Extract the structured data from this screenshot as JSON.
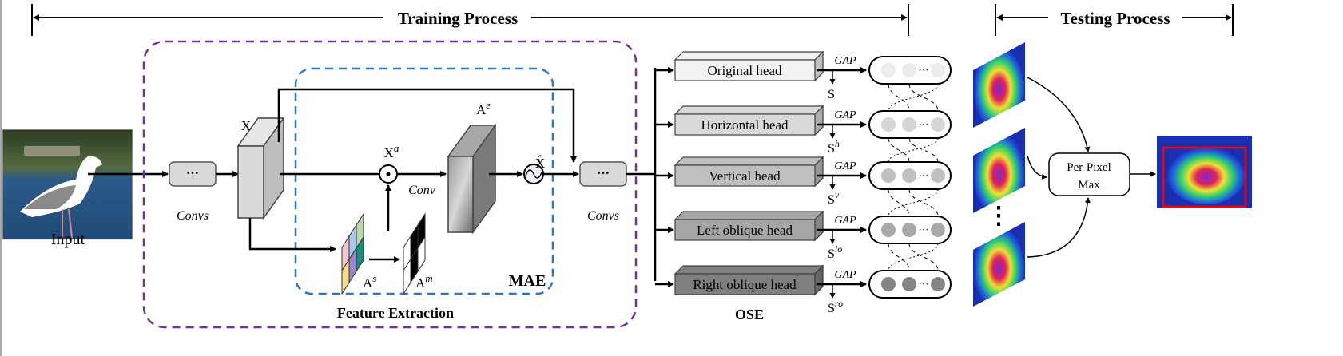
{
  "header": {
    "training_label": "Training Process",
    "testing_label": "Testing Process"
  },
  "input": {
    "label": "Input"
  },
  "feature_extraction": {
    "label": "Feature Extraction",
    "mae_label": "MAE",
    "convs_label_1": "Convs",
    "convs_label_2": "Convs",
    "conv_label": "Conv",
    "x_label": "X",
    "xa_base": "X",
    "xa_sup": "a",
    "ae_base": "A",
    "ae_sup": "e",
    "as_base": "A",
    "as_sup": "s",
    "am_base": "A",
    "am_sup": "m",
    "xhat_label": "X̂",
    "ellipsis": "···",
    "colors": {
      "outer_box": "#7030a0",
      "mae_box": "#2e75c8"
    }
  },
  "ose": {
    "label": "OSE",
    "gap_label": "GAP",
    "ellipsis": "···",
    "heads": [
      {
        "label": "Original  head",
        "score_base": "S",
        "score_sup": "",
        "fill": "#f2f2f2",
        "node": "#ececec"
      },
      {
        "label": "Horizontal  head",
        "score_base": "S",
        "score_sup": "h",
        "fill": "#d9d9d9",
        "node": "#d6d6d6"
      },
      {
        "label": "Vertical  head",
        "score_base": "S",
        "score_sup": "v",
        "fill": "#bfbfbf",
        "node": "#c0c0c0"
      },
      {
        "label": "Left oblique  head",
        "score_base": "S",
        "score_sup": "lo",
        "fill": "#a6a6a6",
        "node": "#a8a8a8"
      },
      {
        "label": "Right oblique  head",
        "score_base": "S",
        "score_sup": "ro",
        "fill": "#7f7f7f",
        "node": "#858585"
      }
    ]
  },
  "testing": {
    "max_label_line1": "Per-Pixel",
    "max_label_line2": "Max",
    "dots": "⋮",
    "box_color": "#ff0000"
  }
}
